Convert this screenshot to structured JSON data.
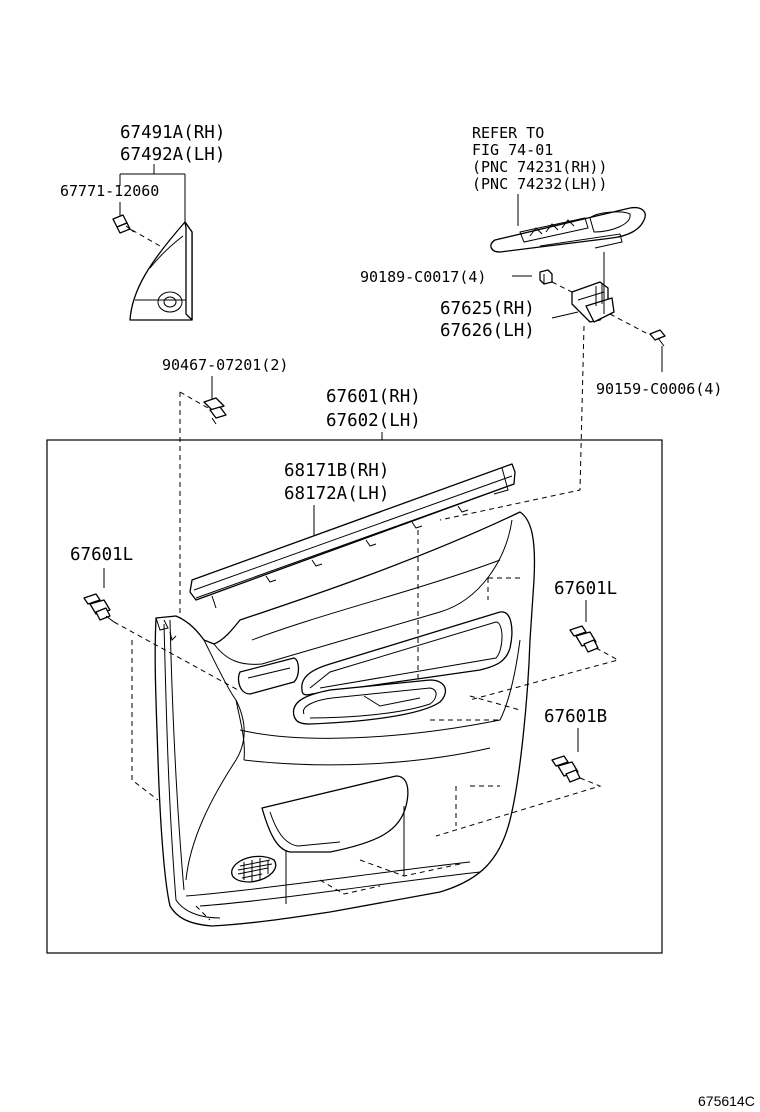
{
  "diagram": {
    "labels": {
      "mirror_cover_rh": "67491A(RH)",
      "mirror_cover_lh": "67492A(LH)",
      "mirror_clip": "67771-12060",
      "refer_line1": "REFER TO",
      "refer_line2": "FIG 74-01",
      "refer_line3": "(PNC 74231(RH))",
      "refer_line4": "(PNC 74232(LH))",
      "nut": "90189-C0017(4)",
      "bracket_rh": "67625(RH)",
      "bracket_lh": "67626(LH)",
      "screw": "90159-C0006(4)",
      "clip_top": "90467-07201(2)",
      "panel_rh": "67601(RH)",
      "panel_lh": "67602(LH)",
      "weatherstrip_rh": "68171B(RH)",
      "weatherstrip_lh": "68172A(LH)",
      "clip_left": "67601L",
      "clip_right_upper": "67601L",
      "clip_right_lower": "67601B"
    },
    "figure_code": "675614C"
  }
}
